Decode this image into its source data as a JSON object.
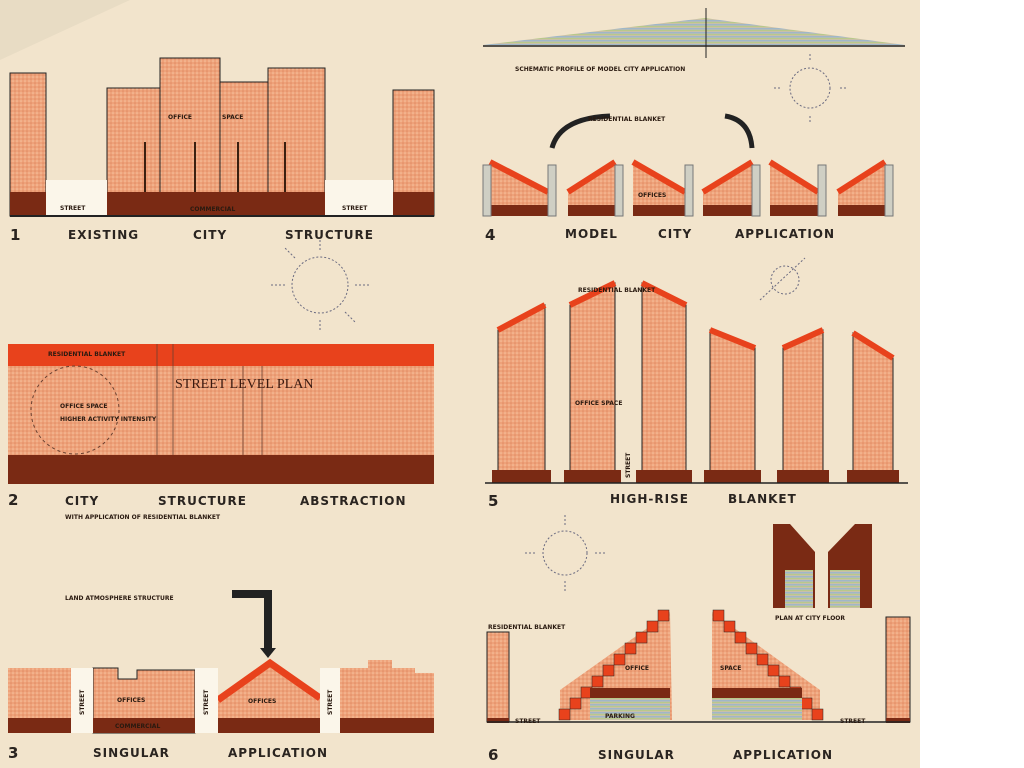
{
  "colors": {
    "paper": "#f2e4cc",
    "building": "#eea27a",
    "base": "#7a2a14",
    "roof": "#e8421c",
    "ink": "#2a2420"
  },
  "panel1": {
    "number": "1",
    "title_words": [
      "EXISTING",
      "CITY",
      "STRUCTURE"
    ],
    "labels": {
      "office": "OFFICE",
      "space": "SPACE",
      "commercial": "COMMERCIAL",
      "street_left": "STREET",
      "street_right": "STREET"
    }
  },
  "panel2": {
    "number": "2",
    "title_words": [
      "CITY",
      "STRUCTURE",
      "ABSTRACTION"
    ],
    "subtitle": "WITH APPLICATION OF RESIDENTIAL BLANKET",
    "labels": {
      "blanket": "RESIDENTIAL BLANKET",
      "plan": "STREET LEVEL PLAN",
      "office": "OFFICE SPACE",
      "activity": "HIGHER ACTIVITY INTENSITY"
    }
  },
  "panel3": {
    "number": "3",
    "title_words": [
      "SINGULAR",
      "APPLICATION"
    ],
    "labels": {
      "structure": "LAND ATMOSPHERE STRUCTURE",
      "offices_a": "OFFICES",
      "offices_b": "OFFICES",
      "commercial": "COMMERCIAL",
      "street_a": "STREET",
      "street_b": "STREET",
      "street_c": "STREET"
    }
  },
  "panel4": {
    "number": "4",
    "title_words": [
      "MODEL",
      "CITY",
      "APPLICATION"
    ],
    "profile_caption": "SCHEMATIC PROFILE OF MODEL CITY APPLICATION",
    "labels": {
      "blanket": "RESIDENTIAL BLANKET",
      "offices": "OFFICES"
    }
  },
  "panel5": {
    "number": "5",
    "title_words": [
      "HIGH-RISE",
      "BLANKET"
    ],
    "labels": {
      "blanket": "RESIDENTIAL BLANKET",
      "office": "OFFICE SPACE",
      "street": "STREET"
    }
  },
  "panel6": {
    "number": "6",
    "title_words": [
      "SINGULAR",
      "APPLICATION"
    ],
    "labels": {
      "blanket": "RESIDENTIAL BLANKET",
      "office": "OFFICE",
      "space": "SPACE",
      "parking": "PARKING",
      "street_left": "STREET",
      "street_right": "STREET",
      "plan_caption": "PLAN AT CITY FLOOR"
    }
  }
}
